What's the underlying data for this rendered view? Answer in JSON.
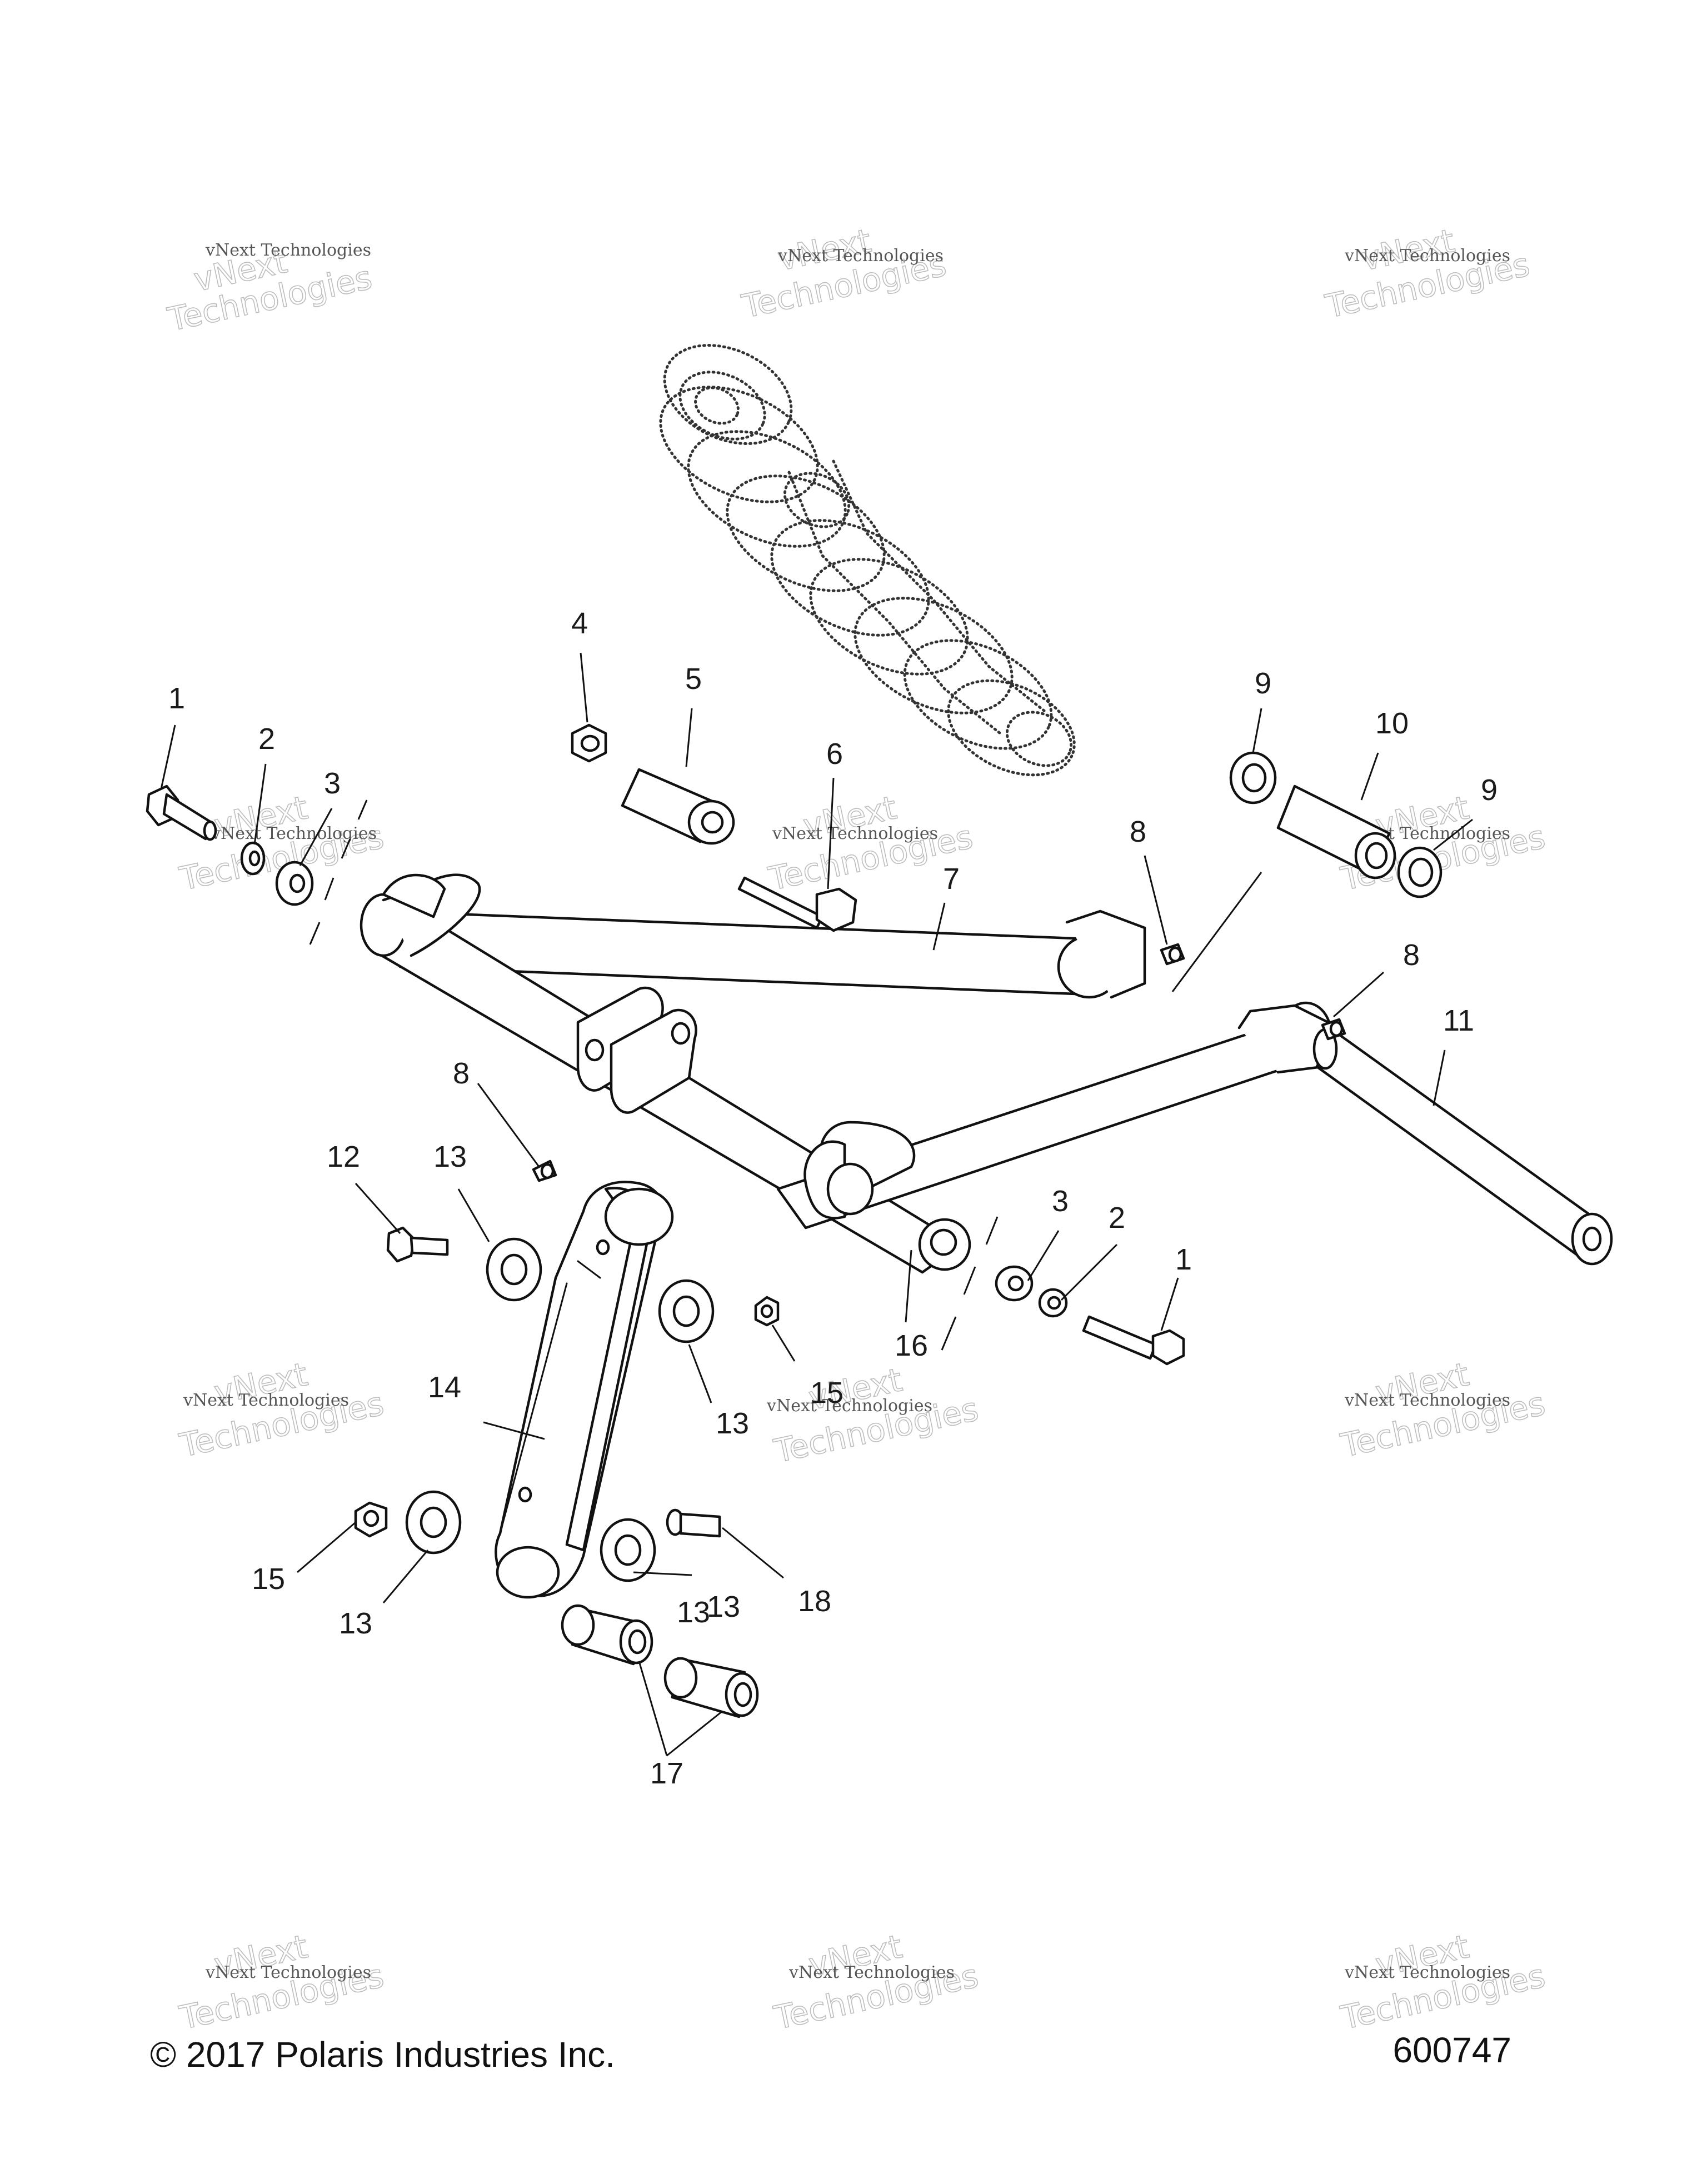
{
  "diagram": {
    "copyright": "© 2017 Polaris Industries Inc.",
    "figure_number": "600747",
    "watermark": {
      "line1": "vNext Technologies",
      "line2": "vNext\nTechnologies"
    },
    "callouts": [
      "1",
      "2",
      "3",
      "4",
      "5",
      "6",
      "7",
      "8",
      "8",
      "8",
      "9",
      "10",
      "9",
      "11",
      "12",
      "13",
      "13",
      "13",
      "13",
      "13",
      "14",
      "15",
      "15",
      "16",
      "17",
      "1",
      "2",
      "3",
      "18"
    ]
  }
}
